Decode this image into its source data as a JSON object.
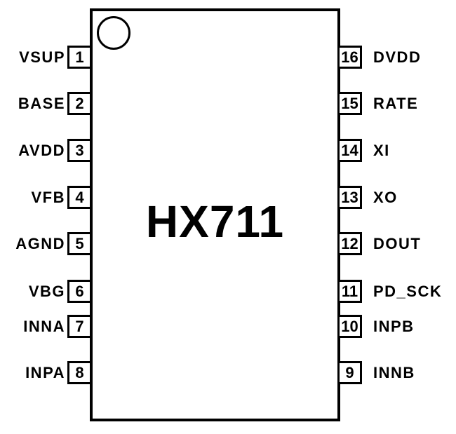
{
  "chip": {
    "title": "HX711",
    "left_pins": [
      {
        "number": "1",
        "label": "VSUP"
      },
      {
        "number": "2",
        "label": "BASE"
      },
      {
        "number": "3",
        "label": "AVDD"
      },
      {
        "number": "4",
        "label": "VFB"
      },
      {
        "number": "5",
        "label": "AGND"
      },
      {
        "number": "6",
        "label": "VBG"
      },
      {
        "number": "7",
        "label": "INNA"
      },
      {
        "number": "8",
        "label": "INPA"
      }
    ],
    "right_pins": [
      {
        "number": "16",
        "label": "DVDD"
      },
      {
        "number": "15",
        "label": "RATE"
      },
      {
        "number": "14",
        "label": "XI"
      },
      {
        "number": "13",
        "label": "XO"
      },
      {
        "number": "12",
        "label": "DOUT"
      },
      {
        "number": "11",
        "label": "PD_SCK"
      },
      {
        "number": "10",
        "label": "INPB"
      },
      {
        "number": "9",
        "label": "INNB"
      }
    ],
    "colors": {
      "line": "#000000",
      "background": "#ffffff"
    }
  }
}
